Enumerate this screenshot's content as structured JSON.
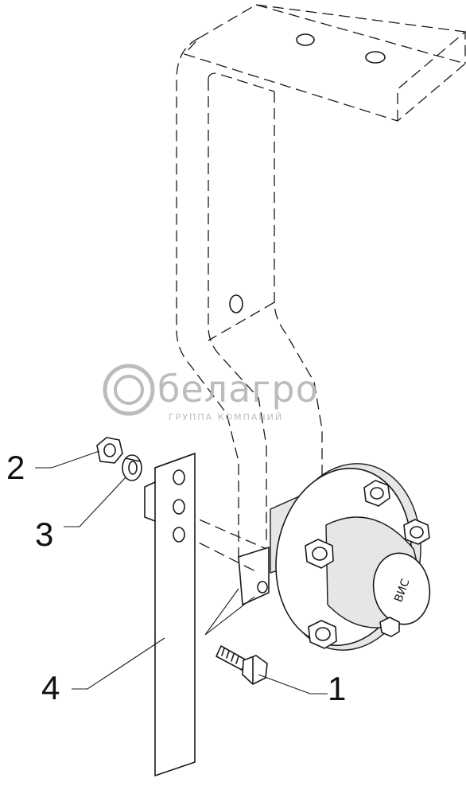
{
  "watermark": {
    "brand": "белагро",
    "tagline": "ГРУППА КОМПАНИЙ"
  },
  "hub_cap_mark": "ВИС",
  "callouts": [
    {
      "id": "1",
      "label": "1"
    },
    {
      "id": "2",
      "label": "2"
    },
    {
      "id": "3",
      "label": "3"
    },
    {
      "id": "4",
      "label": "4"
    }
  ]
}
